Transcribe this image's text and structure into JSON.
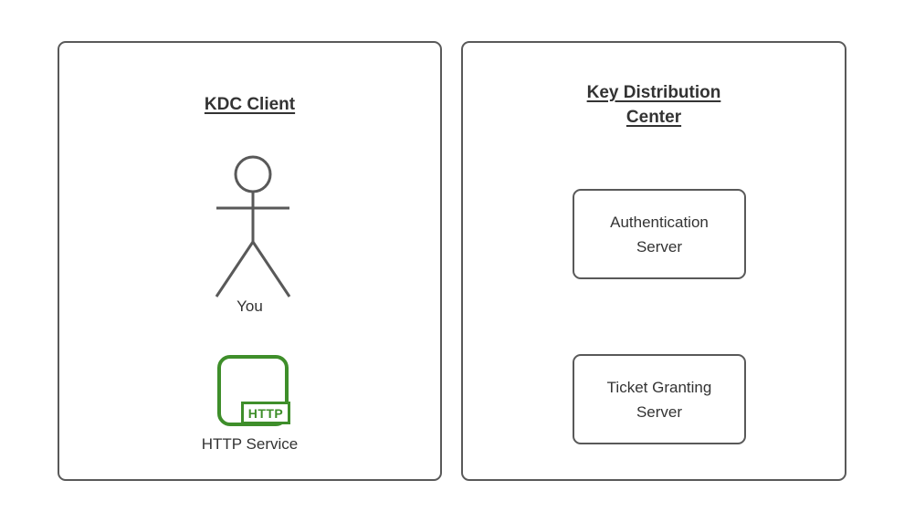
{
  "colors": {
    "background": "#FFFFFF",
    "border_gray": "#595959",
    "text": "#333333",
    "accent_green": "#3E8E2A"
  },
  "client_panel": {
    "title": "KDC Client",
    "actor_label": "You",
    "http_badge": "HTTP",
    "service_label": "HTTP Service"
  },
  "kdc_panel": {
    "title": "Key Distribution Center",
    "servers": [
      {
        "label": "Authentication Server"
      },
      {
        "label": "Ticket Granting Server"
      }
    ]
  }
}
